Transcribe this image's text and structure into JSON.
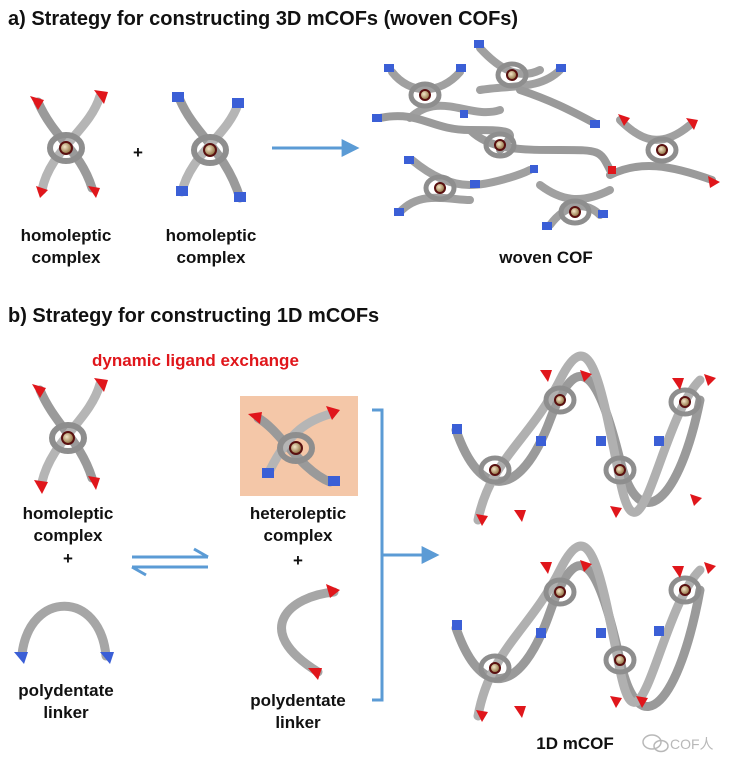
{
  "section_a": {
    "title": "a) Strategy for constructing 3D mCOFs (woven COFs)",
    "plus": "+",
    "complex1_line1": "homoleptic",
    "complex1_line2": "complex",
    "complex2_line1": "homoleptic",
    "complex2_line2": "complex",
    "product": "woven COF"
  },
  "section_b": {
    "title": "b) Strategy for constructing 1D mCOFs",
    "exchange_label": "dynamic ligand exchange",
    "left_complex_line1": "homoleptic",
    "left_complex_line2": "complex",
    "left_plus": "+",
    "left_linker_line1": "polydentate",
    "left_linker_line2": "linker",
    "right_complex_line1": "heteroleptic",
    "right_complex_line2": "complex",
    "right_plus": "+",
    "right_linker_line1": "polydentate",
    "right_linker_line2": "linker",
    "product": "1D mCOF"
  },
  "watermark": "COF人",
  "colors": {
    "tube": "#9a9a9a",
    "red_end": "#e0161b",
    "blue_end": "#3b5fd6",
    "arrow": "#5b9bd5",
    "highlight_box": "#f4c7a8"
  }
}
